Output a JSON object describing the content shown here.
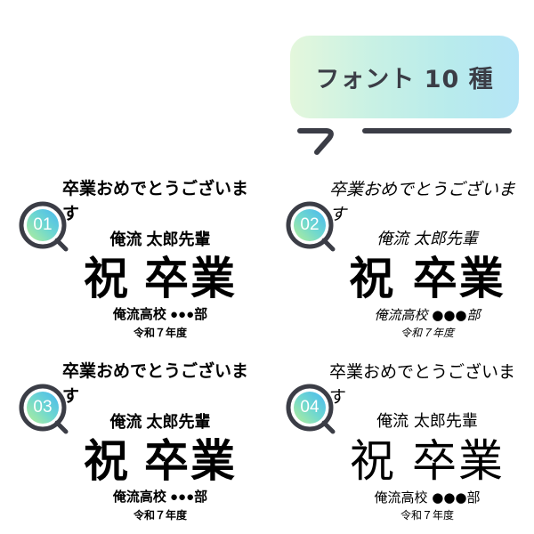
{
  "header": {
    "badge_label": "フォント 10 種",
    "badge_gradient": [
      "#e4f7dc",
      "#b5e5f7"
    ],
    "text_color": "#3b3d46"
  },
  "panels": [
    {
      "number": "01",
      "style": "gothic-heavy",
      "lines": [
        "卒業おめでとうございます",
        "俺流 太郎先輩",
        "祝 卒業",
        "俺流高校 ●●●部",
        "令和７年度"
      ]
    },
    {
      "number": "02",
      "style": "brush",
      "lines": [
        "卒業おめでとうございます",
        "俺流 太郎先輩",
        "祝 卒業",
        "俺流高校 ●●●部",
        "令和７年度"
      ]
    },
    {
      "number": "03",
      "style": "gothic",
      "lines": [
        "卒業おめでとうございます",
        "俺流 太郎先輩",
        "祝 卒業",
        "俺流高校 ●●●部",
        "令和７年度"
      ]
    },
    {
      "number": "04",
      "style": "mincho",
      "lines": [
        "卒業おめでとうございます",
        "俺流 太郎先輩",
        "祝 卒業",
        "俺流高校 ●●●部",
        "令和７年度"
      ]
    }
  ],
  "icons": {
    "lens": "magnifier-icon",
    "lens_ring_color": "#3b3d46",
    "lens_fill_gradient": [
      "#a8ec9a",
      "#56c4ea"
    ]
  }
}
